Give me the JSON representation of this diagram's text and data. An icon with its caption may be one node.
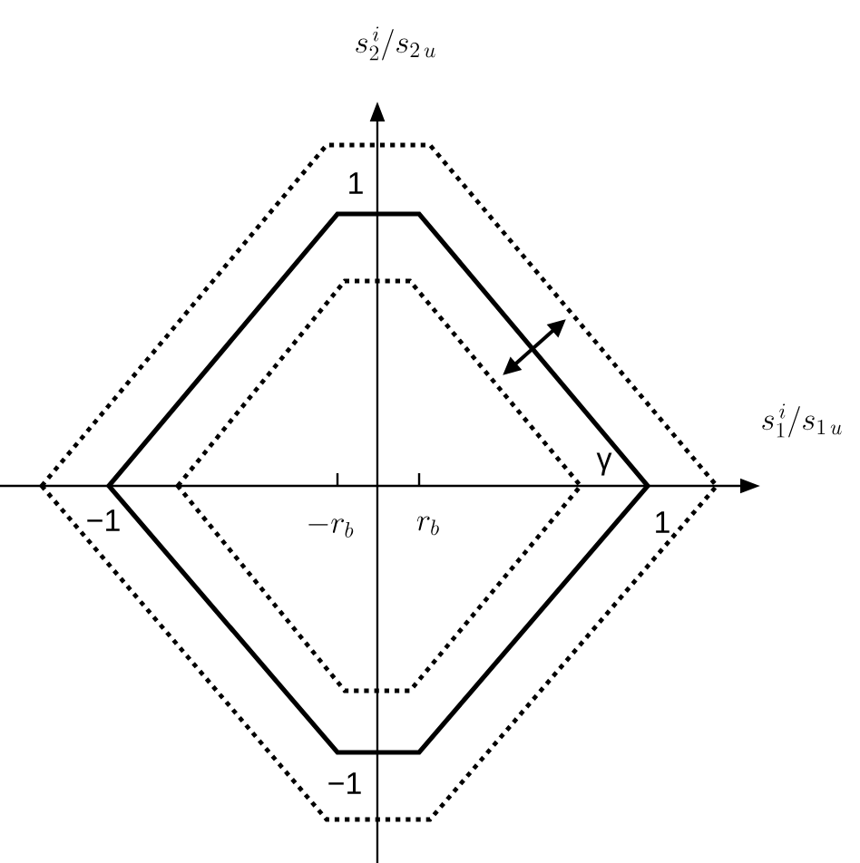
{
  "diagram": {
    "labels": [
      "s_{2}^{\\,i}/s_{2\\,u}",
      "s_{1}^{\\,i}/s_{1\\,u}",
      "1",
      "−1",
      "-r_{b}",
      "r_{b}",
      "γ",
      "1",
      "−1"
    ]
  }
}
